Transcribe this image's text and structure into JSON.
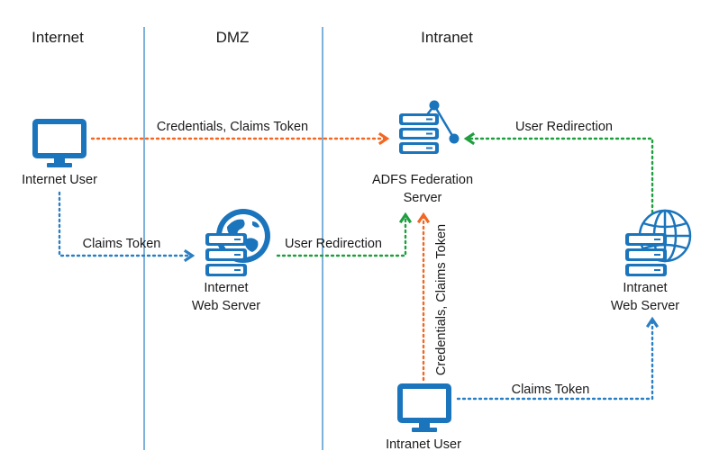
{
  "colors": {
    "icon_blue": "#1b75bc",
    "orange_flow": "#f26722",
    "green_flow": "#1e9e3e",
    "blue_flow": "#2a7ec3",
    "zone_divider": "#2a7ec3"
  },
  "zones": {
    "internet": "Internet",
    "dmz": "DMZ",
    "intranet": "Intranet"
  },
  "nodes": {
    "internet_user": {
      "icon": "monitor-icon",
      "label": "Internet User"
    },
    "adfs": {
      "icon": "server-hierarchy-icon",
      "label_line1": "ADFS Federation",
      "label_line2": "Server"
    },
    "internet_web": {
      "icon": "server-globe-icon",
      "label_line1": "Internet",
      "label_line2": "Web Server"
    },
    "intranet_web": {
      "icon": "server-globe-icon",
      "label_line1": "Intranet",
      "label_line2": "Web Server"
    },
    "intranet_user": {
      "icon": "monitor-icon",
      "label": "Intranet User"
    }
  },
  "flows": {
    "internet_credentials": "Credentials, Claims Token",
    "intranet_redirection": "User Redirection",
    "internet_claims": "Claims Token",
    "dmz_redirection": "User Redirection",
    "intranet_credentials": "Credentials, Claims Token",
    "intranet_claims": "Claims Token"
  }
}
